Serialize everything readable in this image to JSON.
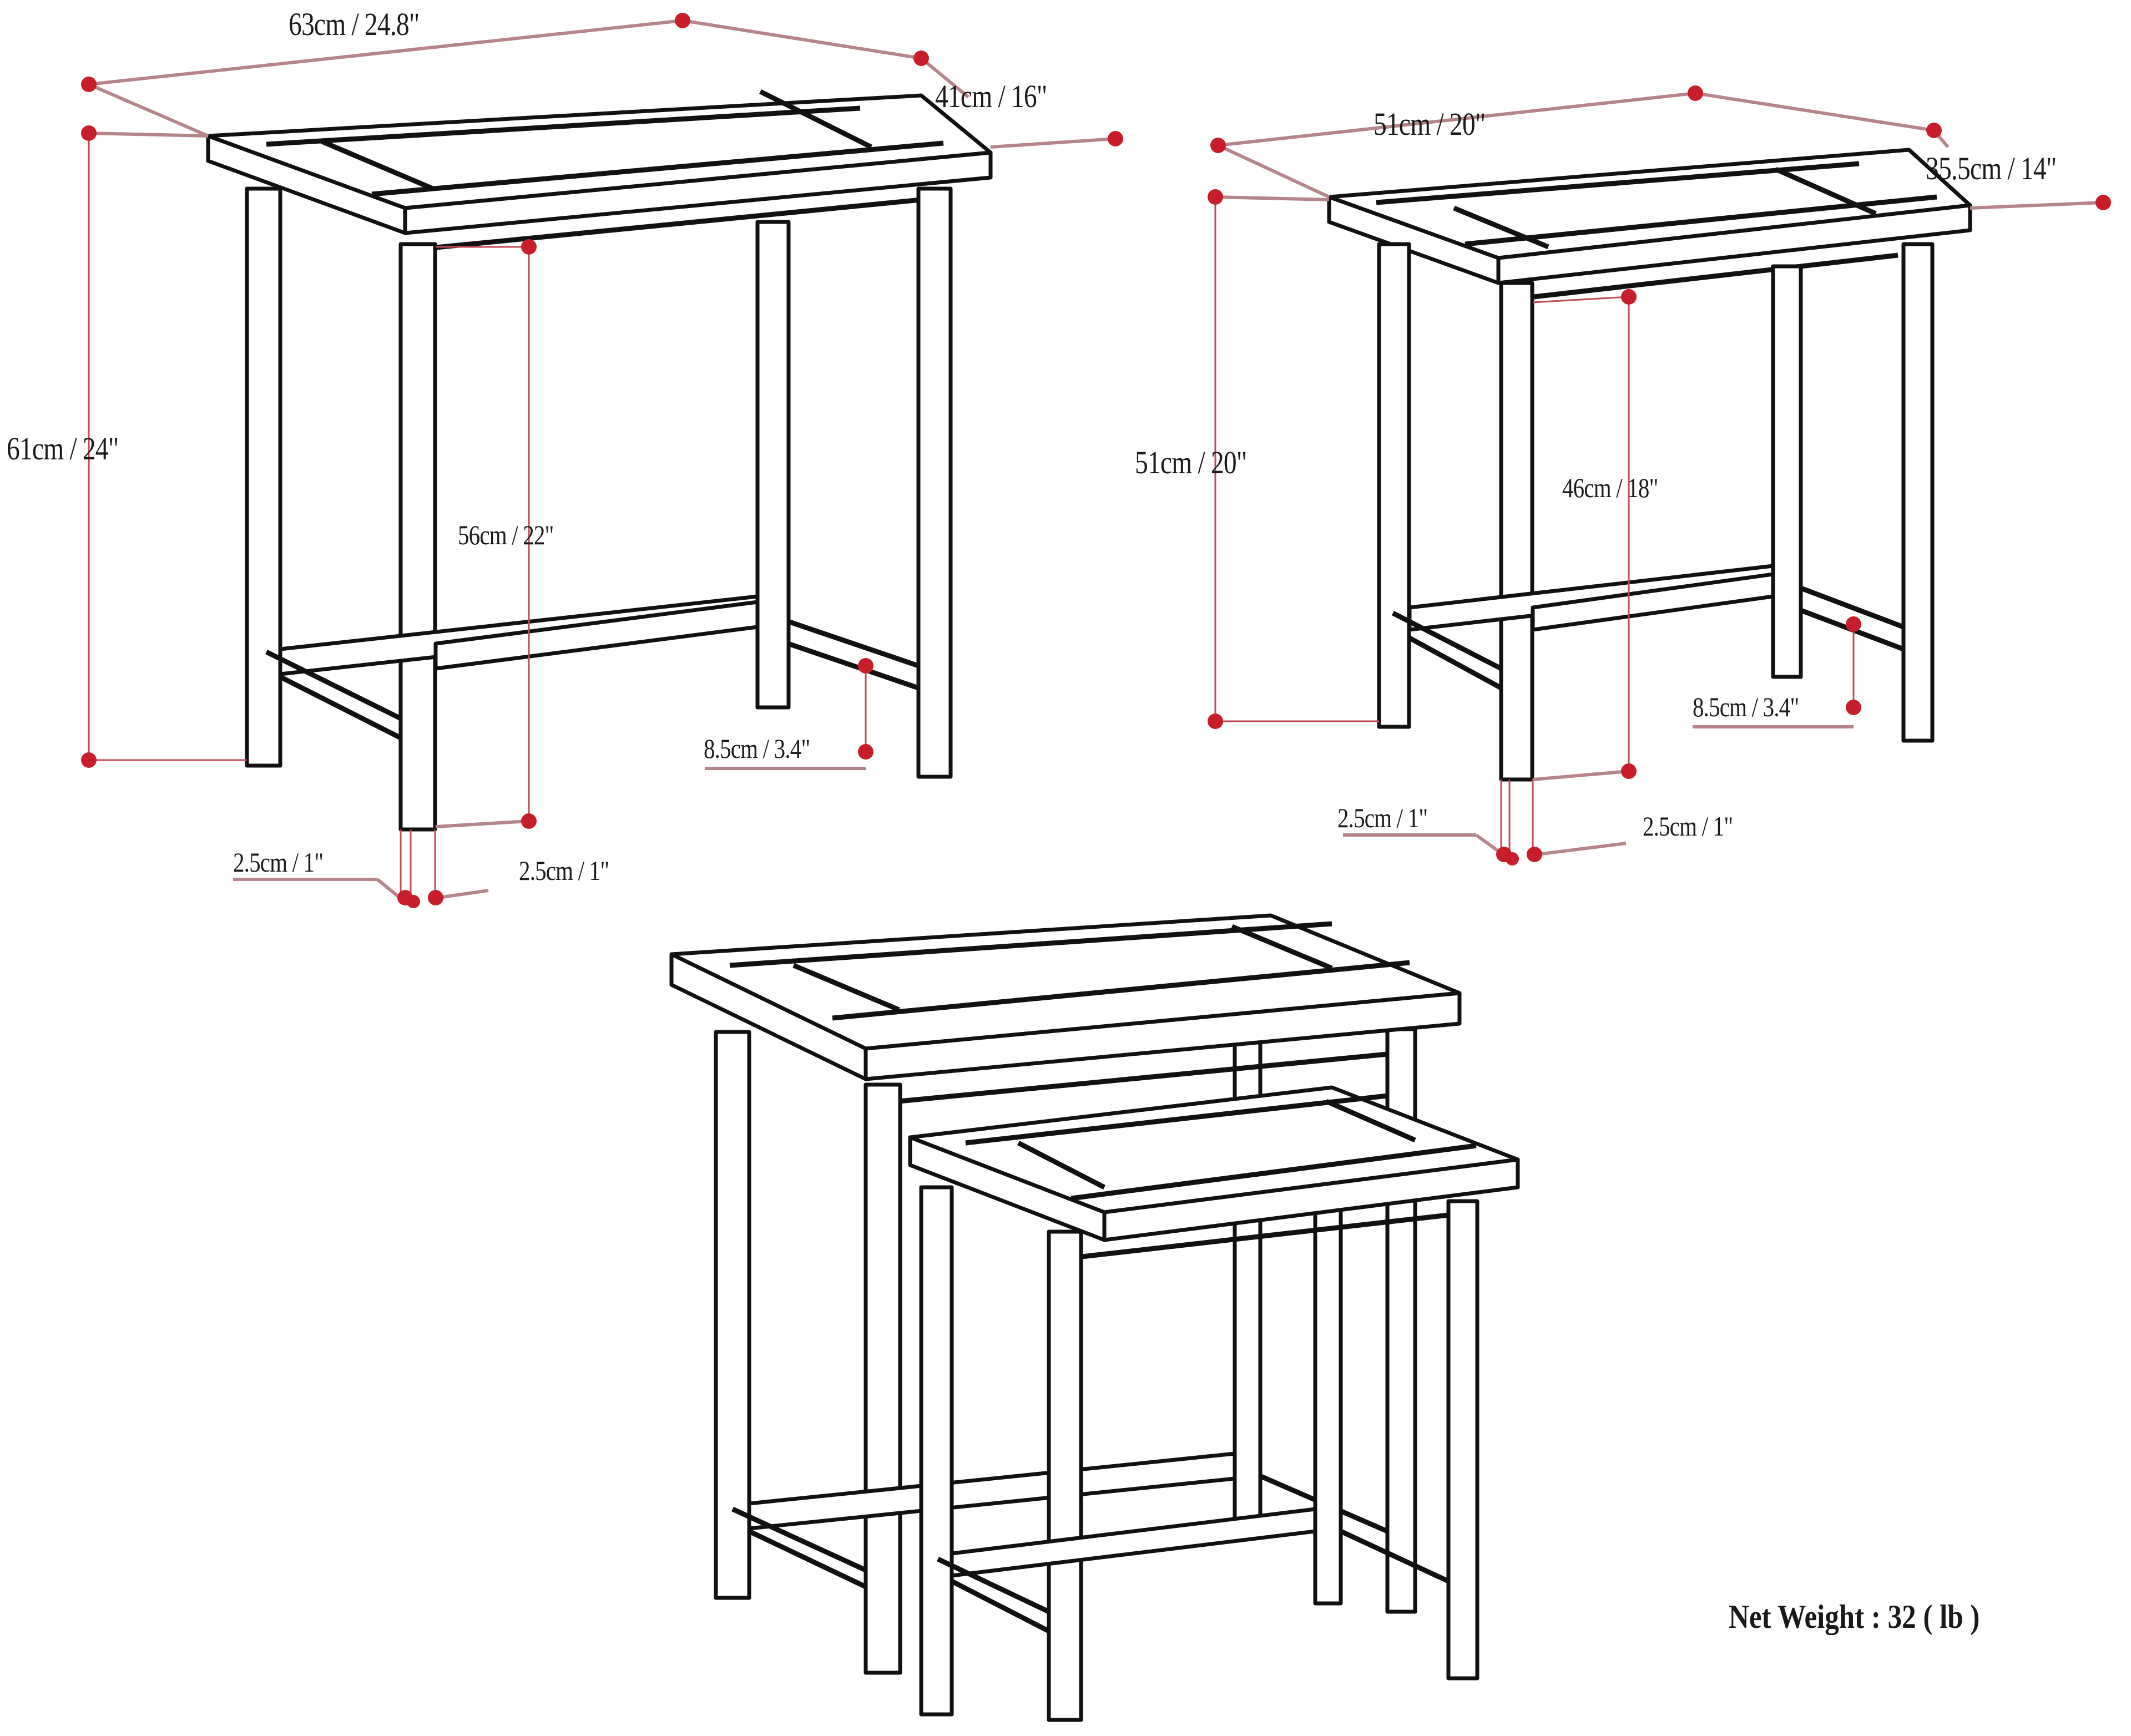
{
  "diagram": {
    "type": "product-dimension-drawing",
    "subject": "Nesting side tables (set of 2)",
    "accent_color": "#c81e2a",
    "line_color": "#111111"
  },
  "large_table": {
    "width": "63cm / 24.8\"",
    "depth": "41cm / 16\"",
    "height": "61cm / 24\"",
    "inner_clearance": "56cm / 22\"",
    "stretcher_height": "8.5cm / 3.4\"",
    "leg_width_left": "2.5cm / 1\"",
    "leg_width_right": "2.5cm / 1\""
  },
  "small_table": {
    "width": "51cm / 20\"",
    "depth": "35.5cm / 14\"",
    "height": "51cm / 20\"",
    "inner_clearance": "46cm / 18\"",
    "stretcher_height": "8.5cm / 3.4\"",
    "leg_width_left": "2.5cm / 1\"",
    "leg_width_right": "2.5cm / 1\""
  },
  "footer": {
    "net_weight": "Net Weight : 32 ( lb )"
  }
}
